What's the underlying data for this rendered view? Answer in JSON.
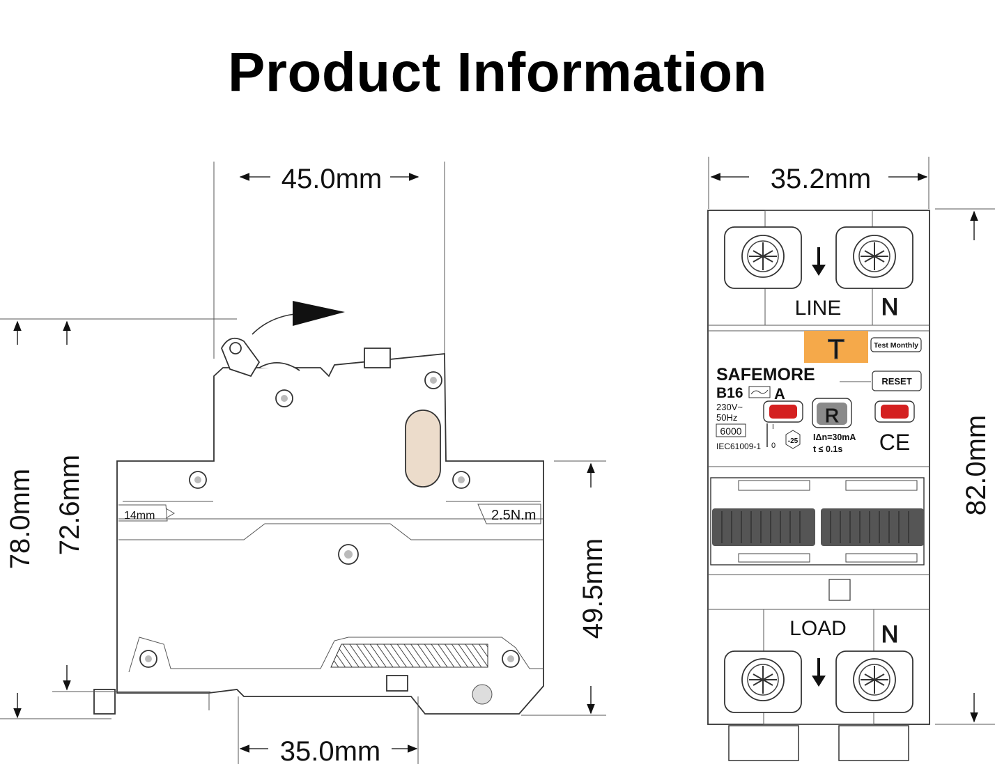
{
  "title": "Product Information",
  "side_view": {
    "dim_top_width": "45.0mm",
    "dim_bottom_width": "35.0mm",
    "dim_total_height": "78.0mm",
    "dim_body_height": "72.6mm",
    "dim_front_height": "49.5mm",
    "strip_length": "14mm",
    "torque": "2.5N.m"
  },
  "front_view": {
    "dim_width": "35.2mm",
    "dim_height": "82.0mm",
    "line_label": "LINE",
    "load_label": "LOAD",
    "neutral_top": "N",
    "neutral_bottom": "N",
    "test_button_label": "T",
    "test_monthly": "Test Monthly",
    "reset_label": "RESET",
    "brand": "SAFEMORE",
    "rating": "B16",
    "type_letter": "A",
    "voltage": "230V~",
    "frequency": "50Hz",
    "breaking_capacity": "6000",
    "standard": "IEC61009-1",
    "residual_current": "IΔn=30mA",
    "trip_time": "t ≤  0.1s",
    "temperature": "-25",
    "on_symbol": "I",
    "off_symbol": "0",
    "r_indicator": "R",
    "ce_mark": "CE"
  },
  "colors": {
    "test_button": "#f5a94a",
    "indicator_red": "#d42020",
    "status_window": "#ecdccb",
    "toggle_dark": "#555555",
    "r_indicator": "#8a8a8a"
  }
}
